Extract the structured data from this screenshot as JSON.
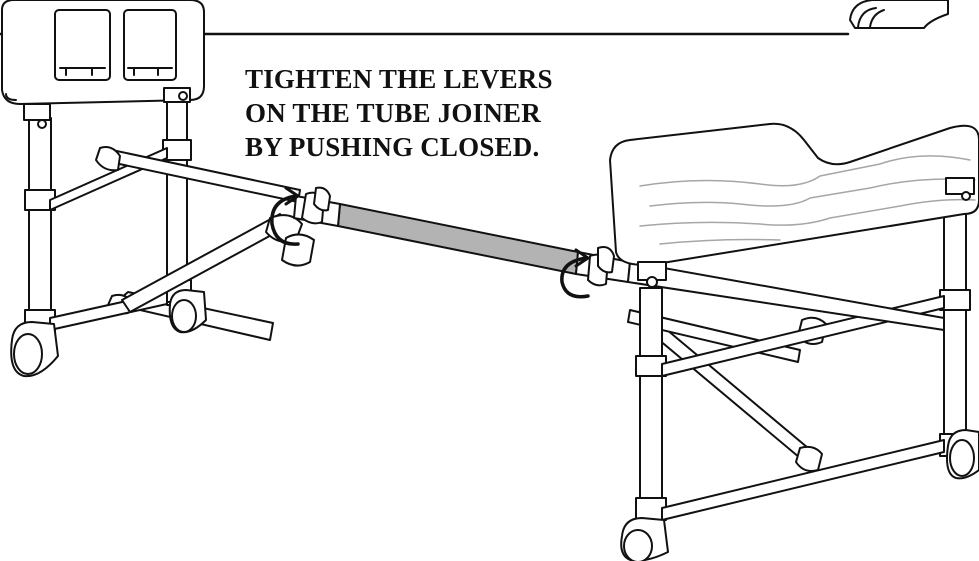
{
  "instruction": {
    "lines": [
      "TIGHTEN THE LEVERS",
      "ON THE TUBE JOINER",
      "BY PUSHING CLOSED."
    ]
  },
  "colors": {
    "ink": "#111111",
    "joiner_tube": "#b3b3b3",
    "wood_grain": "#a6a6a6",
    "paper": "#ffffff"
  },
  "icons": [
    "tighten-arrow-icon",
    "tighten-arrow-icon"
  ]
}
